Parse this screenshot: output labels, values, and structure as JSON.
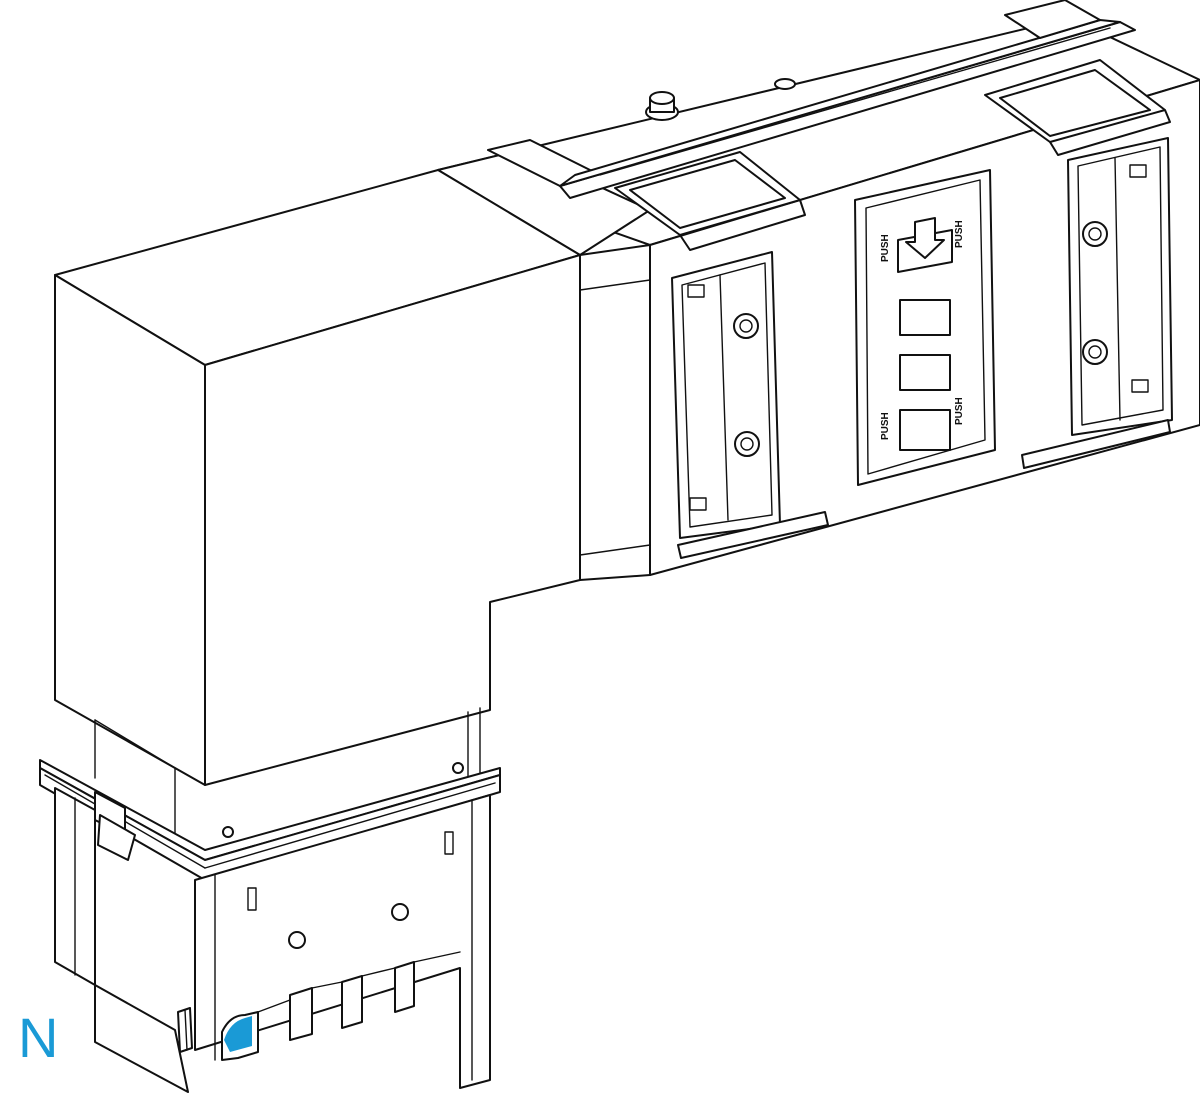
{
  "figure": {
    "push_labels": [
      "PUSH",
      "PUSH",
      "PUSH",
      "PUSH"
    ],
    "neutral_label": "N",
    "neutral_color": "#1a9ad6",
    "line_color": "#111111",
    "background": "#ffffff"
  }
}
